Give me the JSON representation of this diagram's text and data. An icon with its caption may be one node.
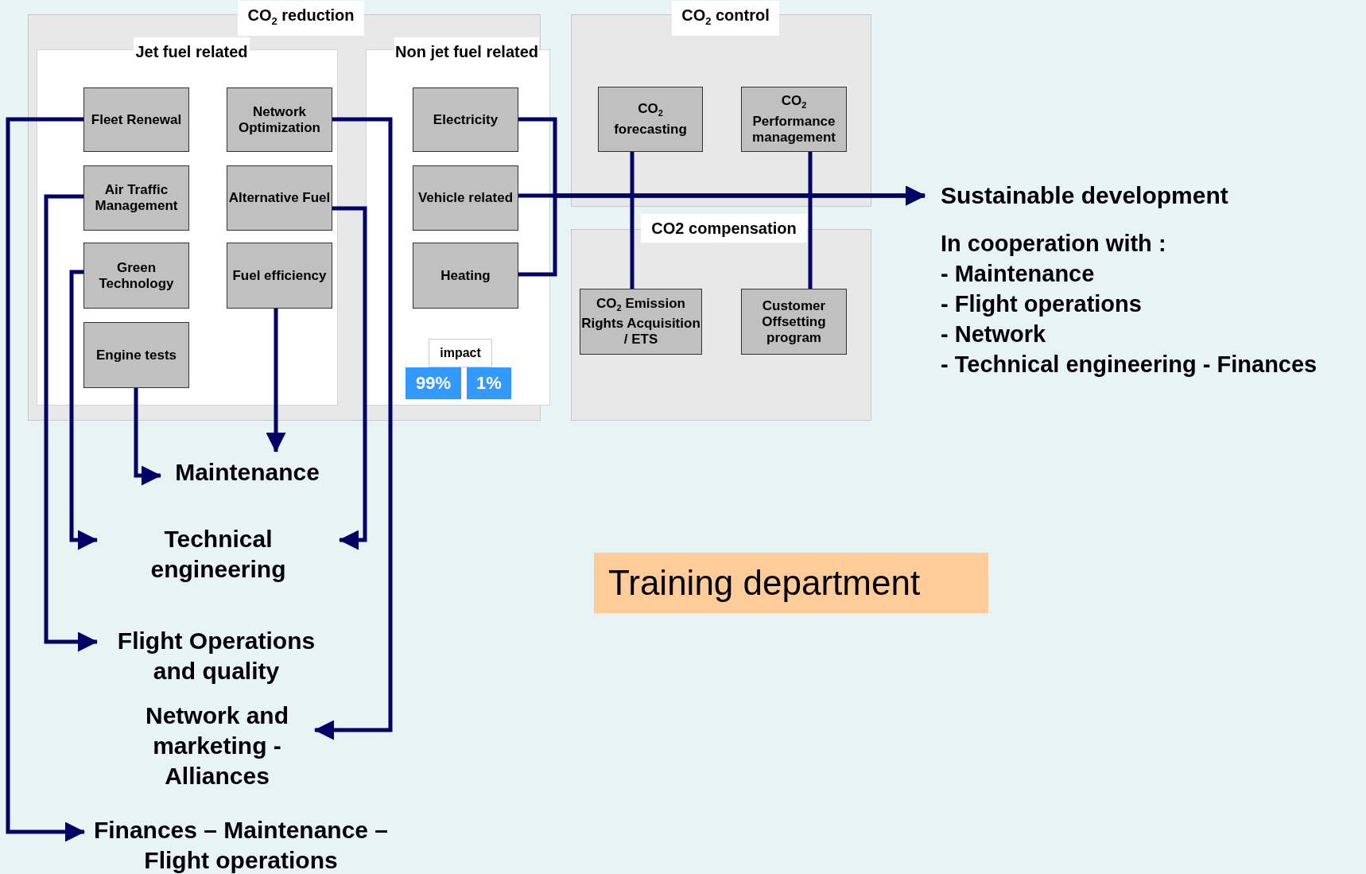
{
  "diagram": {
    "nodes": [
      {
        "text": [
          "CO$_{2}$ reduction"
        ]
      },
      {
        "text": [
          "Jet fuel related"
        ],
        "in": 0
      },
      {
        "text": [
          "Non jet fuel related"
        ],
        "in": 0
      },
      {
        "text": [
          "Fleet Renewal"
        ],
        "in": 1
      },
      {
        "text": [
          "Network Optimization"
        ],
        "in": 1
      },
      {
        "text": [
          "Air Traffic Management"
        ],
        "in": 1
      },
      {
        "text": [
          "Alternative Fuel"
        ],
        "in": 1
      },
      {
        "text": [
          "Green Technology"
        ],
        "in": 1
      },
      {
        "text": [
          "Fuel efficiency"
        ],
        "in": 1
      },
      {
        "text": [
          "Engine tests"
        ],
        "in": 1
      },
      {
        "text": [
          "Electricity"
        ],
        "in": 2
      },
      {
        "text": [
          "Vehicle related"
        ],
        "in": 2
      },
      {
        "text": [
          "Heating"
        ],
        "in": 2
      },
      {
        "text": [
          "impact"
        ],
        "in": 2
      },
      {
        "text": [
          "99%"
        ],
        "in": 2
      },
      {
        "text": [
          "1%"
        ],
        "in": 2
      },
      {
        "text": [
          "CO$_{2}$ control"
        ]
      },
      {
        "text": [
          "CO$_{2}$ forecasting"
        ],
        "in": 16
      },
      {
        "text": [
          "CO$_{2}$ Performance management"
        ],
        "in": 16
      },
      {
        "text": [
          "CO2 compensation"
        ]
      },
      {
        "text": [
          "CO$_{2}$ Emission Rights Acquisition / ETS"
        ],
        "in": 19
      },
      {
        "text": [
          "Customer Offsetting program"
        ],
        "in": 19
      },
      {
        "text": [
          "Sustainable development"
        ]
      },
      {
        "text": [
          "Maintenance"
        ]
      },
      {
        "text": [
          "Technical engineering"
        ]
      },
      {
        "text": [
          "Flight Operations and quality"
        ]
      },
      {
        "text": [
          "Network and marketing - Alliances"
        ]
      },
      {
        "text": [
          "Finances – Maintenance – Flight operations"
        ]
      },
      {
        "text": [
          "Training department"
        ]
      }
    ],
    "edges": [
      {
        "from": 3,
        "to": 27,
        "arrow": "to"
      },
      {
        "from": 5,
        "to": 25,
        "arrow": "to"
      },
      {
        "from": 7,
        "to": 24,
        "arrow": "to"
      },
      {
        "from": 9,
        "to": 23,
        "arrow": "to"
      },
      {
        "from": 8,
        "to": 23,
        "arrow": "to"
      },
      {
        "from": 4,
        "to": 26,
        "arrow": "to"
      },
      {
        "from": 6,
        "to": 24,
        "arrow": "to"
      },
      {
        "from": 10,
        "to": 22,
        "arrow": "to"
      },
      {
        "from": 11,
        "to": 22,
        "arrow": "to"
      },
      {
        "from": 12,
        "to": 22,
        "arrow": "to"
      },
      {
        "from": 17,
        "to": 20,
        "arrow": "none"
      },
      {
        "from": 18,
        "to": 21,
        "arrow": "none"
      }
    ],
    "labels": [
      "In cooperation with :",
      "- Maintenance",
      "- Flight operations",
      "- Network",
      "- Technical engineering - Finances"
    ]
  }
}
